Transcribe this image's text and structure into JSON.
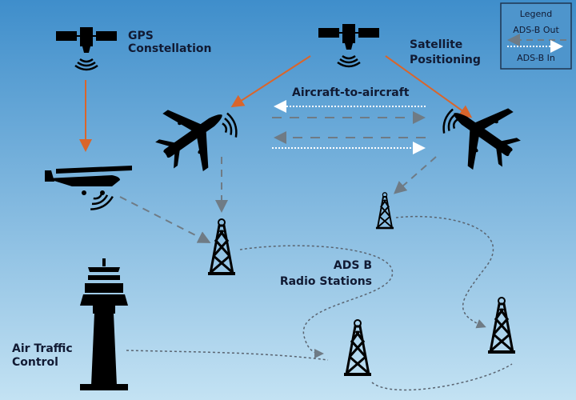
{
  "labels": {
    "gps": [
      "GPS",
      "Constellation"
    ],
    "satellite": [
      "Satellite",
      "Positioning"
    ],
    "aircraft_to_aircraft": "Aircraft-to-aircraft",
    "radio": [
      "ADS B",
      "Radio Stations"
    ],
    "atc": [
      "Air Traffic",
      "Control"
    ]
  },
  "legend": {
    "title": "Legend",
    "out": "ADS-B Out",
    "in": "ADS-B In"
  },
  "colors": {
    "sky_top": "#3f8ecb",
    "sky_bottom": "#c3e2f3",
    "positioning_arrow": "#d9652b",
    "ads_b_out": "#6f7b85",
    "ads_b_in": "#ffffff"
  }
}
